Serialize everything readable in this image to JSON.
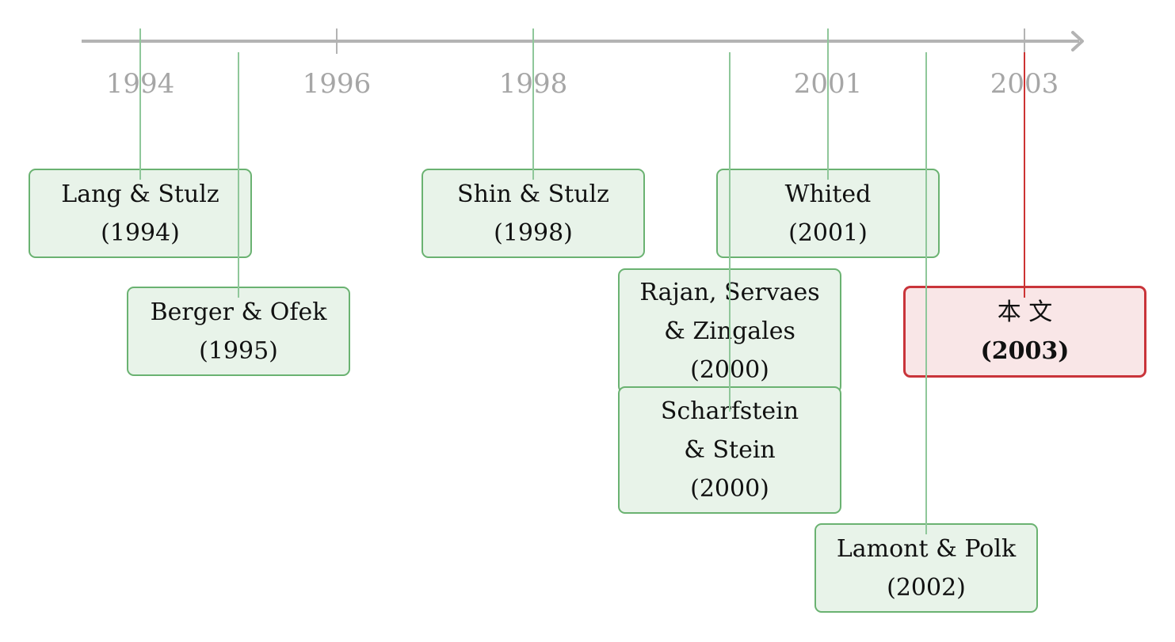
{
  "axis": {
    "ticks": [
      "1994",
      "1996",
      "1998",
      "2001",
      "2003"
    ]
  },
  "papers": [
    {
      "id": "lang-stulz",
      "lines": [
        "Lang & Stulz",
        "(1994)"
      ]
    },
    {
      "id": "berger-ofek",
      "lines": [
        "Berger & Ofek",
        "(1995)"
      ]
    },
    {
      "id": "shin-stulz",
      "lines": [
        "Shin & Stulz",
        "(1998)"
      ]
    },
    {
      "id": "whited",
      "lines": [
        "Whited",
        "(2001)"
      ]
    },
    {
      "id": "rajan-servaes-zingales",
      "lines": [
        "Rajan, Servaes",
        "& Zingales",
        "(2000)"
      ]
    },
    {
      "id": "scharfstein-stein",
      "lines": [
        "Scharfstein",
        "& Stein",
        "(2000)"
      ]
    },
    {
      "id": "lamont-polk",
      "lines": [
        "Lamont & Polk",
        "(2002)"
      ]
    },
    {
      "id": "this-paper",
      "lines": [
        "本 文",
        "(2003)"
      ],
      "highlight": true
    }
  ],
  "colors": {
    "axis": "#b3b3b3",
    "node_fill": "#e8f3e9",
    "node_border": "#6ab271",
    "highlight_fill": "#f9e6e7",
    "highlight_border": "#c9343a"
  }
}
